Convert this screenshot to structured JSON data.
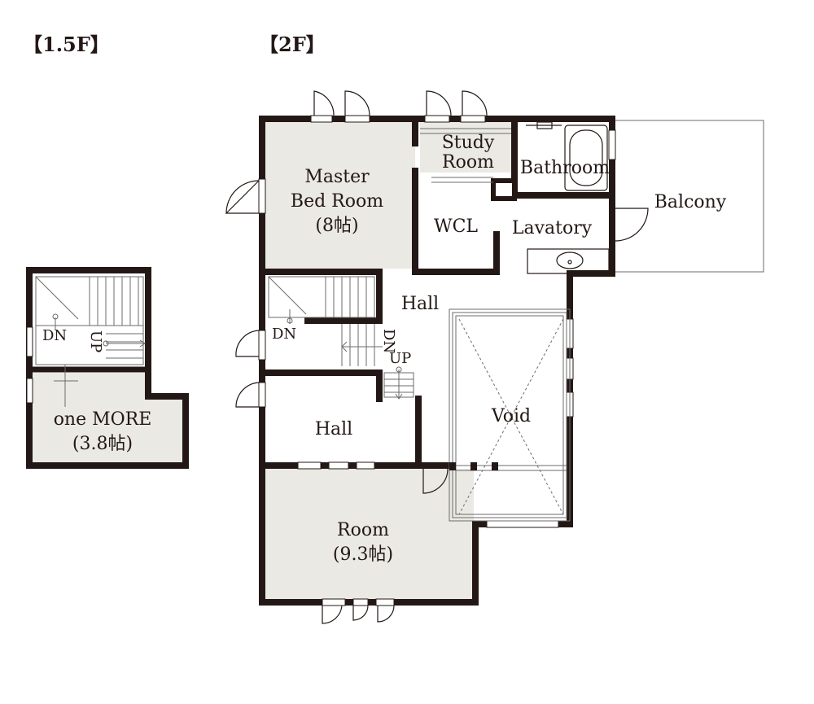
{
  "headings": {
    "floor_1_5": "【1.5F】",
    "floor_2": "【2F】"
  },
  "floor_1_5": {
    "one_more": {
      "name": "one MORE",
      "size": "(3.8帖)"
    },
    "dn": "DN",
    "up": "UP"
  },
  "floor_2": {
    "master": {
      "line1": "Master",
      "line2": "Bed Room",
      "size": "(8帖)"
    },
    "study": {
      "line1": "Study",
      "line2": "Room"
    },
    "bathroom": "Bathroom",
    "balcony": "Balcony",
    "wcl": "WCL",
    "lavatory": "Lavatory",
    "hall_upper": "Hall",
    "hall_lower": "Hall",
    "void": "Void",
    "room": {
      "name": "Room",
      "size": "(9.3帖)"
    },
    "dn_left": "DN",
    "dn_right": "DN",
    "up": "UP"
  },
  "colors": {
    "wall": "#231815",
    "fill": "#ebe9e3",
    "line": "#6b6b6b"
  }
}
